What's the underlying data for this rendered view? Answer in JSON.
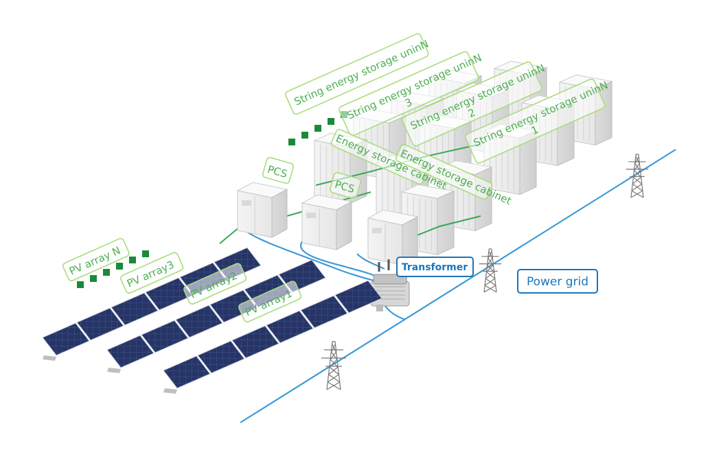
{
  "labels": {
    "string_n1": "String energy storage uninN",
    "string_n2": "String energy storage uninN",
    "string_3_prefix": "String energy storage unin",
    "string_3_suffix": "N",
    "string_3_number": "3",
    "string_2_prefix": "String energy storage unin",
    "string_2_suffix": "N",
    "string_2_number": "2",
    "string_1_prefix": "String energy storage unin",
    "string_1_suffix": "N",
    "string_1_number": "1",
    "energy_cabinet_a": "Energy storage cabinet",
    "energy_cabinet_b": "Energy storage cabinet",
    "pcs_1": "PCS",
    "pcs_2": "PCS",
    "pv_array_n": "PV array N",
    "pv_array_3": "PV array3",
    "pv_array_2": "PV array2",
    "pv_array_1": "PV array1",
    "transformer": "Transformer",
    "power_grid": "Power grid"
  },
  "colors": {
    "label_green": "#4caf50",
    "frame_green": "#a8dd7c",
    "dots_green": "#1a8a3a",
    "grid_blue": "#3d9ad8",
    "label_blue": "#1678c2",
    "panel_blue": "#27356a",
    "cabinet_gray": "#f2f2f2"
  },
  "icons": [
    "solar-panel-icon",
    "pcs-cabinet-icon",
    "energy-storage-cabinet-icon",
    "transformer-icon",
    "transmission-tower-icon"
  ]
}
